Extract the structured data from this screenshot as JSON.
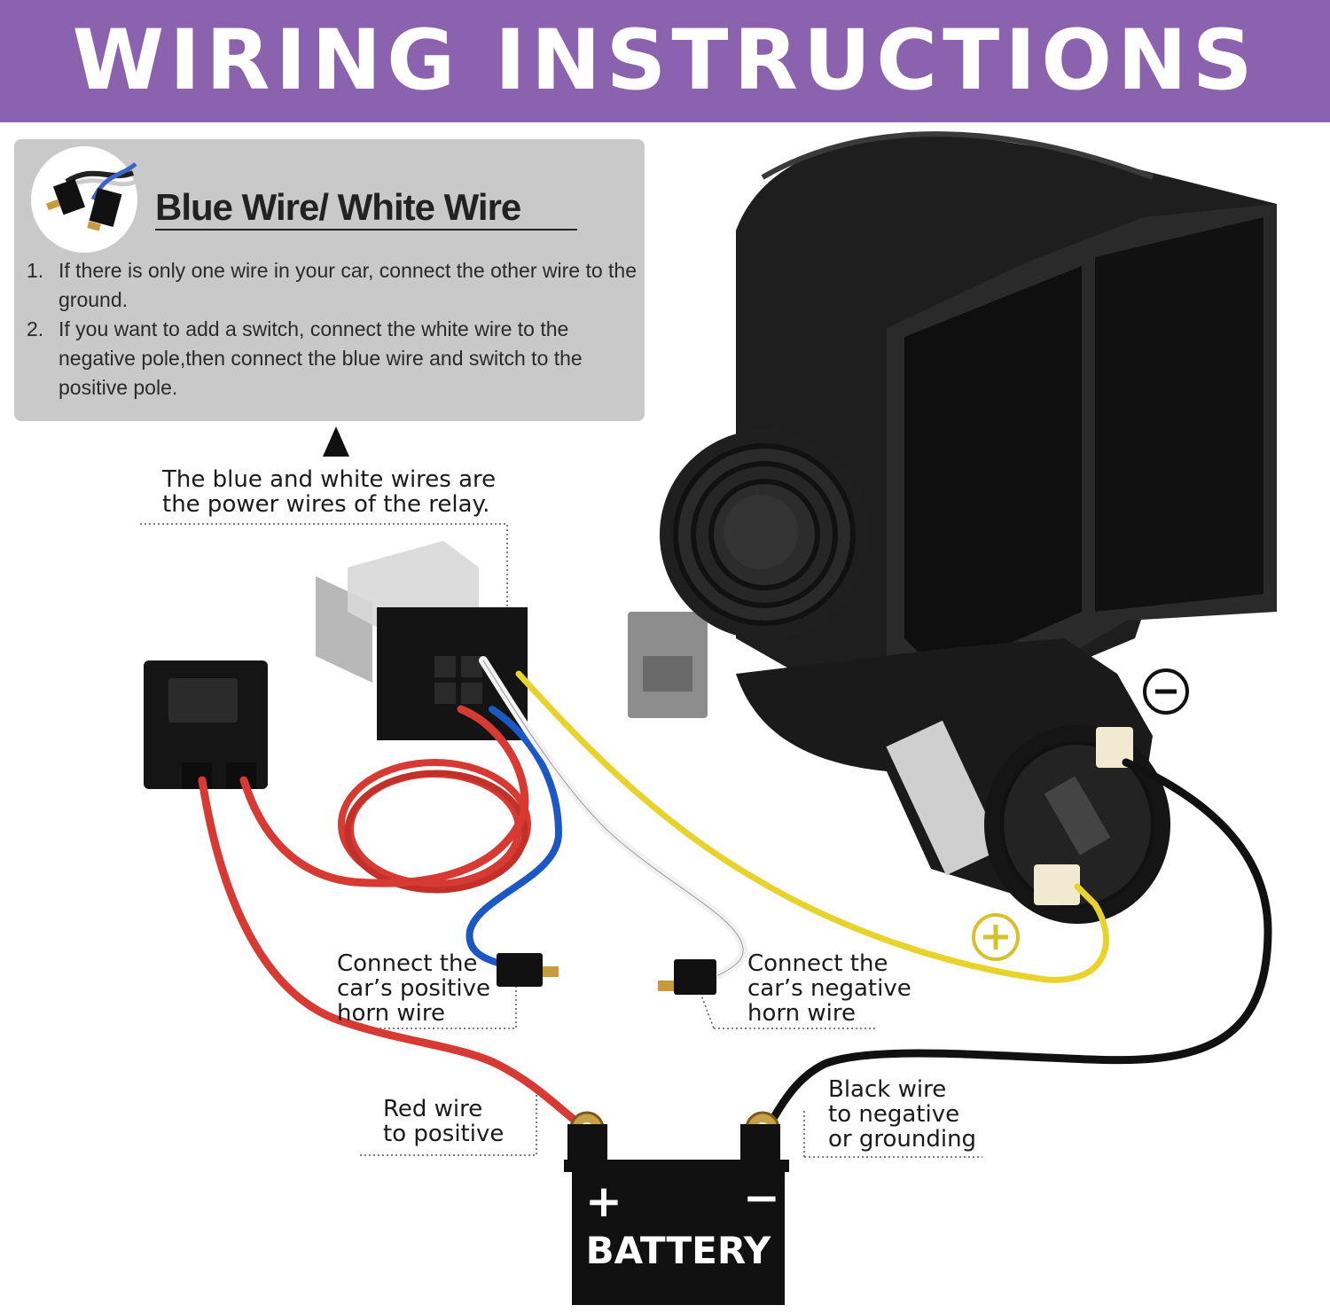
{
  "header": {
    "title": "WIRING INSTRUCTIONS"
  },
  "info_box": {
    "title": "Blue Wire/ White Wire",
    "items": [
      {
        "num": "1.",
        "text": "If there is only one wire in your car, connect the other wire to the ground."
      },
      {
        "num": "2.",
        "text": "If you want to add a switch, connect the white wire to the negative pole,then connect the blue wire and switch to the positive pole."
      }
    ]
  },
  "callouts": {
    "relay_power": [
      "The blue and white wires are",
      "the power wires of the relay."
    ],
    "positive_horn": [
      "Connect the",
      "car’s positive",
      "horn wire"
    ],
    "negative_horn": [
      "Connect the",
      "car’s negative",
      "horn wire"
    ],
    "red_wire": [
      "Red wire",
      "to positive"
    ],
    "black_wire": [
      "Black wire",
      "to negative",
      "or grounding"
    ]
  },
  "horn_terminals": {
    "negative": "−",
    "positive": "+"
  },
  "battery": {
    "label": "BATTERY",
    "plus": "+",
    "minus": "−"
  },
  "colors": {
    "header": "#8a62ad",
    "info_box": "#c9c9c9",
    "red_wire": "#d63a32",
    "blue_wire": "#1c58c4",
    "white_wire": "#f2f2f2",
    "yellow_wire": "#e8d22c",
    "black_wire": "#111111",
    "horn_body": "#1c1c1c"
  }
}
